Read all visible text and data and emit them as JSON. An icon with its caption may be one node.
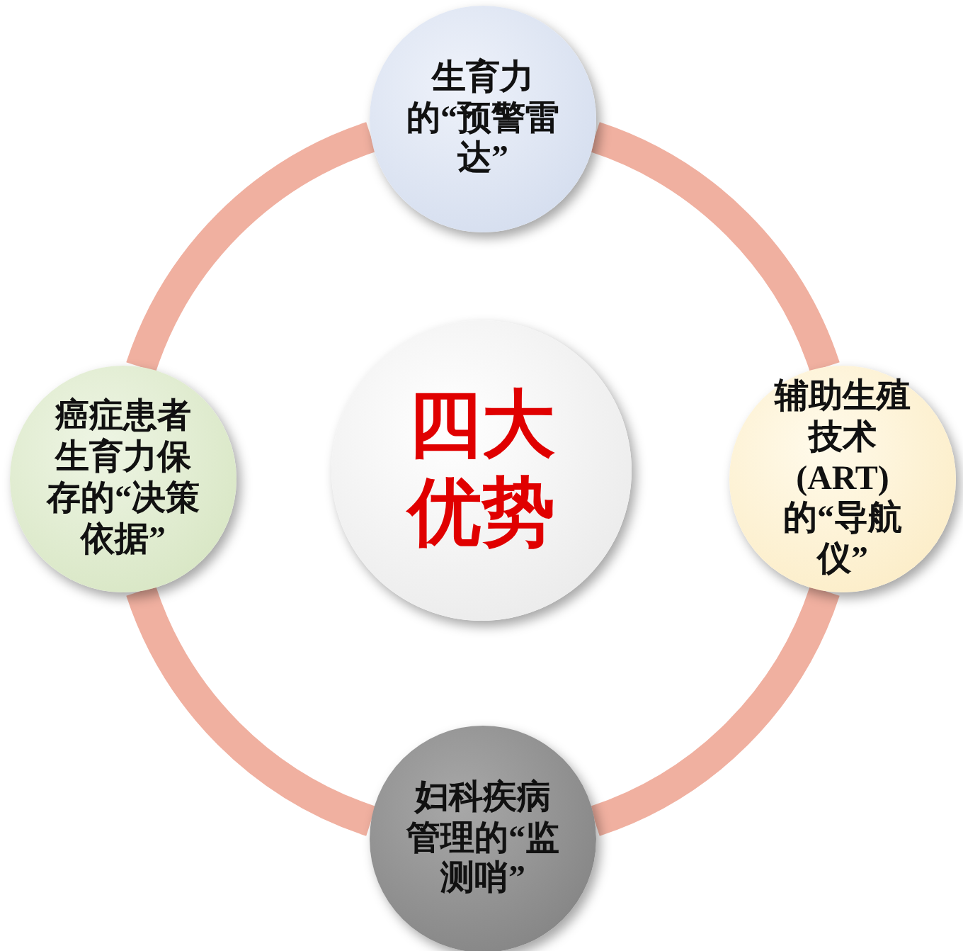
{
  "diagram": {
    "nodes": [
      {
        "text": [
          "生育力的“预警雷达”"
        ]
      },
      {
        "text": [
          "癌症患者生育力保存的“决策依据”"
        ]
      },
      {
        "text": [
          "四大优势"
        ]
      },
      {
        "text": [
          "辅助生殖技术(ART)的“导航仪”"
        ]
      },
      {
        "text": [
          "妇科疾病管理的“监测哨”"
        ]
      }
    ],
    "edges": [
      {
        "from": 0,
        "to": 3,
        "arrow": "none"
      },
      {
        "from": 3,
        "to": 4,
        "arrow": "none"
      },
      {
        "from": 4,
        "to": 1,
        "arrow": "none"
      },
      {
        "from": 1,
        "to": 0,
        "arrow": "none"
      }
    ]
  }
}
